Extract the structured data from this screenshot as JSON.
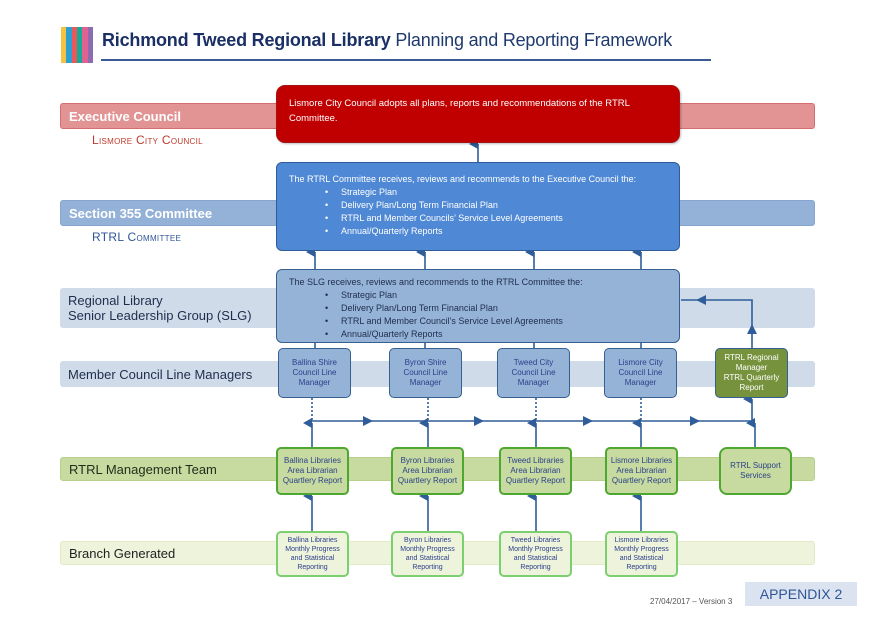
{
  "header": {
    "title_bold": "Richmond Tweed Regional Library",
    "title_rest": "Planning and Reporting Framework",
    "logo_colors": [
      "#f5c342",
      "#2e9fd3",
      "#e8595a",
      "#1aa89a",
      "#e0638f",
      "#8c6bb1"
    ]
  },
  "bands": {
    "executive": "Executive Council",
    "executive_sub": "Lismore City Council",
    "section355": "Section 355 Committee",
    "section355_sub": "RTRL Committee",
    "slg_line1": "Regional Library",
    "slg_line2": "Senior Leadership Group (SLG)",
    "member": "Member Council Line Managers",
    "management": "RTRL Management Team",
    "branch": "Branch Generated"
  },
  "boxes": {
    "executive": "Lismore City Council adopts all plans, reports and recommendations of the RTRL Committee.",
    "committee": {
      "intro": "The RTRL Committee receives, reviews and recommends to the Executive Council the:",
      "items": [
        "Strategic Plan",
        "Delivery Plan/Long Term Financial Plan",
        "RTRL and Member Councils’ Service Level Agreements",
        "Annual/Quarterly Reports"
      ]
    },
    "slg": {
      "intro": "The SLG receives, reviews and recommends to the RTRL Committee the:",
      "items": [
        "Strategic Plan",
        "Delivery Plan/Long Term Financial Plan",
        "RTRL and Member Council’s Service Level Agreements",
        "Annual/Quarterly Reports"
      ]
    }
  },
  "managers": [
    {
      "l1": "Ballina Shire",
      "l2": "Council Line",
      "l3": "Manager"
    },
    {
      "l1": "Byron Shire",
      "l2": "Council Line",
      "l3": "Manager"
    },
    {
      "l1": "Tweed City",
      "l2": "Council Line",
      "l3": "Manager"
    },
    {
      "l1": "Lismore City",
      "l2": "Council Line",
      "l3": "Manager"
    }
  ],
  "regional_manager": {
    "l1": "RTRL Regional",
    "l2": "Manager",
    "l3": "RTRL Quarterly",
    "l4": "Report"
  },
  "area_librarians": [
    {
      "l1": "Ballina Libraries",
      "l2": "Area Librarian",
      "l3": "Quartlery Report"
    },
    {
      "l1": "Byron Libraries",
      "l2": "Area Librarian",
      "l3": "Quartlery Report"
    },
    {
      "l1": "Tweed Libraries",
      "l2": "Area Librarian",
      "l3": "Quartlery Report"
    },
    {
      "l1": "Lismore Libraries",
      "l2": "Area Librarian",
      "l3": "Quartlery Report"
    }
  ],
  "support": {
    "l1": "RTRL Support",
    "l2": "Services"
  },
  "branches": [
    {
      "l1": "Ballina Libraries",
      "l2": "Monthly Progress",
      "l3": "and Statistical",
      "l4": "Reporting"
    },
    {
      "l1": "Byron Libraries",
      "l2": "Monthly Progress",
      "l3": "and Statistical",
      "l4": "Reporting"
    },
    {
      "l1": "Tweed Libraries",
      "l2": "Monthly Progress",
      "l3": "and Statistical",
      "l4": "Reporting"
    },
    {
      "l1": "Lismore Libraries",
      "l2": "Monthly Progress",
      "l3": "and Statistical",
      "l4": "Reporting"
    }
  ],
  "footer": {
    "date_version": "27/04/2017 – Version 3",
    "appendix": "APPENDIX 2"
  },
  "colors": {
    "executive": "#c00000",
    "committee": "#4f88d4",
    "slg": "#95b3d7",
    "regional_manager": "#76923c",
    "management": "#c7dba0",
    "connector": "#2e5d99"
  }
}
